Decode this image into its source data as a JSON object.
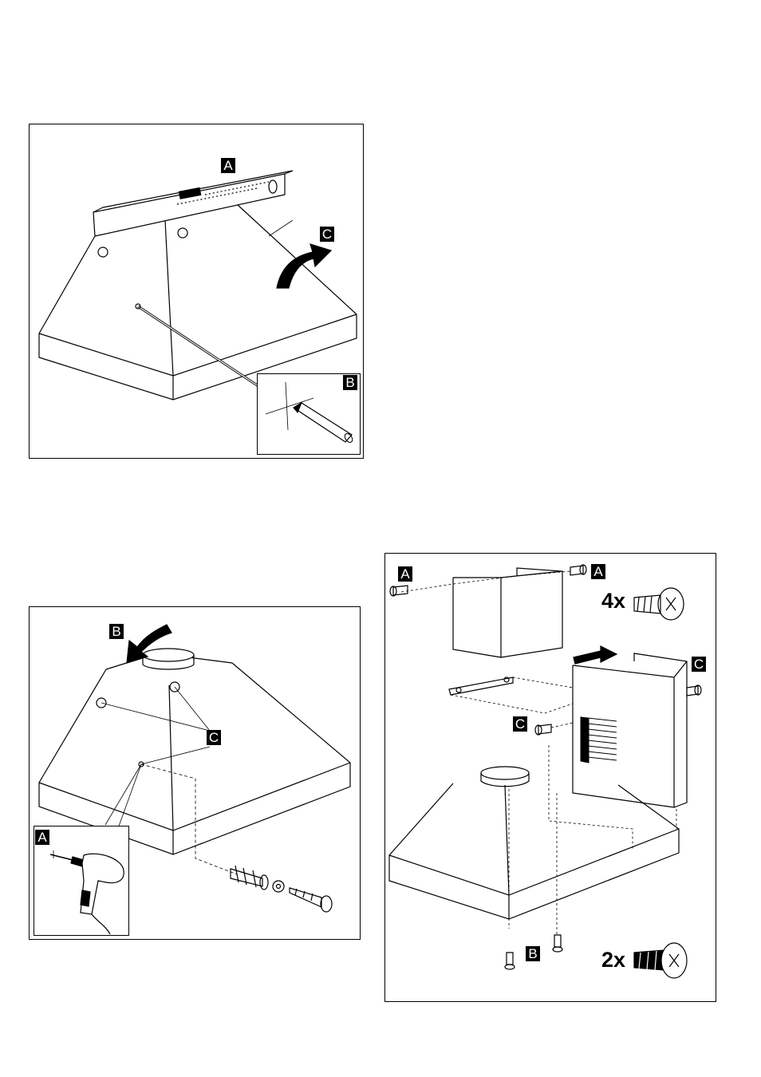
{
  "figure1": {
    "label_a": "A",
    "label_b": "B",
    "label_c": "C"
  },
  "figure2": {
    "label_a": "A",
    "label_b": "B",
    "label_c": "C"
  },
  "figure3": {
    "label_a_left": "A",
    "label_a_right": "A",
    "label_b": "B",
    "label_c_right": "C",
    "label_c_left": "C",
    "qty_large_screws": "4x",
    "qty_small_screws": "2x"
  }
}
